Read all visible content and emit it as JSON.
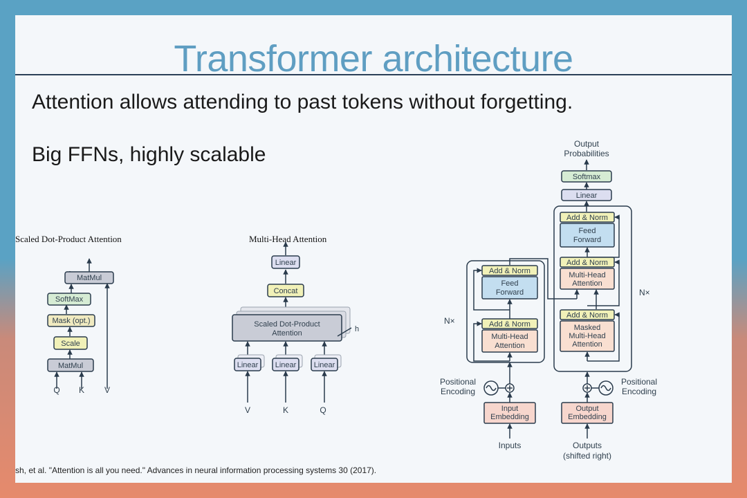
{
  "slide": {
    "title": "Transformer architecture",
    "bullets": [
      "Attention allows attending to past tokens without forgetting.",
      "Big FFNs, highly scalable"
    ],
    "citation": "sh, et al. \"Attention is all you need.\" Advances in neural information processing systems 30 (2017)."
  },
  "sdpa": {
    "title": "Scaled Dot-Product Attention",
    "blocks": [
      "MatMul",
      "SoftMax",
      "Mask (opt.)",
      "Scale",
      "MatMul"
    ],
    "inputs": [
      "Q",
      "K",
      "V"
    ]
  },
  "mha": {
    "title": "Multi-Head Attention",
    "linear_top": "Linear",
    "concat": "Concat",
    "attention": [
      "Scaled Dot-Product",
      "Attention"
    ],
    "head_count": "h",
    "linears": [
      "Linear",
      "Linear",
      "Linear"
    ],
    "inputs": [
      "V",
      "K",
      "Q"
    ]
  },
  "transformer": {
    "output_probabilities": [
      "Output",
      "Probabilities"
    ],
    "softmax": "Softmax",
    "linear": "Linear",
    "decoder": {
      "add_norm": "Add & Norm",
      "feed_forward": [
        "Feed",
        "Forward"
      ],
      "multi_head": [
        "Multi-Head",
        "Attention"
      ],
      "masked": [
        "Masked",
        "Multi-Head",
        "Attention"
      ]
    },
    "encoder": {
      "add_norm": "Add & Norm",
      "feed_forward": [
        "Feed",
        "Forward"
      ],
      "multi_head": [
        "Multi-Head",
        "Attention"
      ]
    },
    "nx": "N×",
    "positional_encoding": [
      "Positional",
      "Encoding"
    ],
    "input_embedding": [
      "Input",
      "Embedding"
    ],
    "output_embedding": [
      "Output",
      "Embedding"
    ],
    "inputs": "Inputs",
    "outputs": [
      "Outputs",
      "(shifted right)"
    ]
  },
  "colors": {
    "title": "#5f9ec2",
    "attention_block": "#c9ccd6",
    "norm_block": "#f1f1b8",
    "ffn_block": "#c3def0",
    "mha_block": "#f9dfd1",
    "embedding_block": "#f7d6cd",
    "softmax_block": "#d6ecd4",
    "linear_block": "#dcdef0",
    "mask_block": "#f0eac0"
  }
}
